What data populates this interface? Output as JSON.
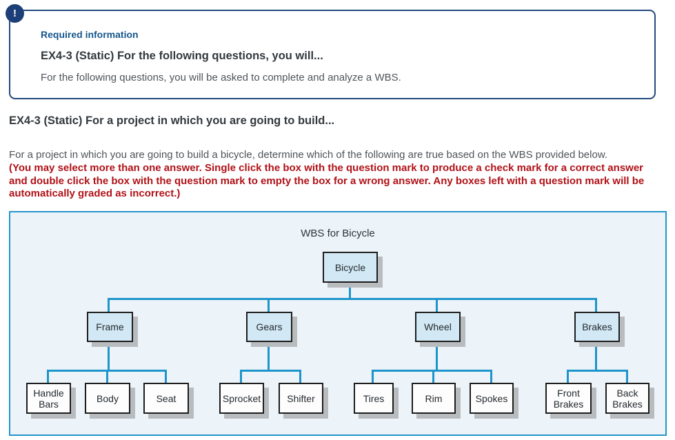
{
  "info_box": {
    "icon": "!",
    "label": "Required information",
    "title": "EX4-3 (Static) For the following questions, you will...",
    "description": "For the following questions, you will be asked to complete and analyze a WBS."
  },
  "question": {
    "heading": "EX4-3 (Static) For a project in which you are going to build...",
    "prompt": "For a project in which you are going to build a bicycle, determine which of the following are true based on the WBS provided below.",
    "warning": "(You may select more than one answer. Single click the box with the question mark to produce a check mark for a correct answer and double click the box with the question mark to empty the box for a wrong answer. Any boxes left with a question mark will be automatically graded as incorrect.)"
  },
  "diagram": {
    "title": "WBS for Bicycle",
    "root": {
      "label": "Bicycle"
    },
    "branches": [
      {
        "label": "Frame",
        "children": [
          "Handle Bars",
          "Body",
          "Seat"
        ]
      },
      {
        "label": "Gears",
        "children": [
          "Sprocket",
          "Shifter"
        ]
      },
      {
        "label": "Wheel",
        "children": [
          "Tires",
          "Rim",
          "Spokes"
        ]
      },
      {
        "label": "Brakes",
        "children": [
          "Front Brakes",
          "Back Brakes"
        ]
      }
    ]
  },
  "colors": {
    "info_border": "#20497c",
    "info_icon_bg": "#1d3f77",
    "info_label": "#15568d",
    "warning_red": "#b01117",
    "diagram_border": "#2394c9",
    "diagram_bg": "#edf4f9",
    "connector": "#1d94cc",
    "node_fill_blue": "#d2e8f4",
    "node_fill_white": "#fdfdfd"
  }
}
